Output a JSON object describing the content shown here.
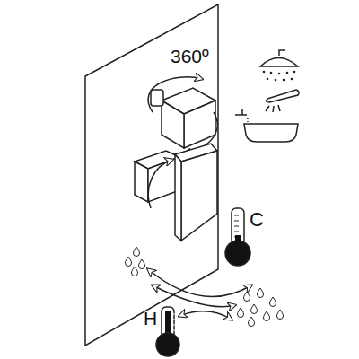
{
  "diagram": {
    "labels": [
      "360º",
      "C",
      "H"
    ]
  }
}
